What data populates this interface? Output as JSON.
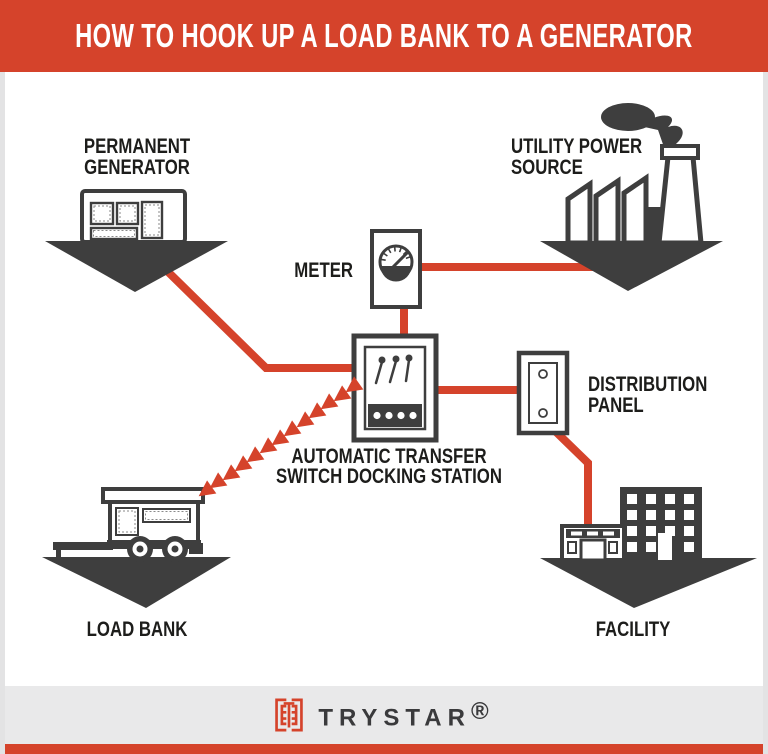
{
  "header": {
    "title": "HOW TO HOOK UP A LOAD BANK TO A GENERATOR"
  },
  "nodes": {
    "generator": {
      "line1": "PERMANENT",
      "line2": "GENERATOR"
    },
    "utility": {
      "line1": "UTILITY POWER",
      "line2": "SOURCE"
    },
    "meter": {
      "label": "METER"
    },
    "ats": {
      "line1": "AUTOMATIC TRANSFER",
      "line2": "SWITCH DOCKING STATION"
    },
    "panel": {
      "line1": "DISTRIBUTION",
      "line2": "PANEL"
    },
    "load_bank": {
      "label": "LOAD BANK"
    },
    "facility": {
      "label": "FACILITY"
    }
  },
  "connections": [
    {
      "from": "permanent-generator",
      "to": "ats-docking-station",
      "style": "solid"
    },
    {
      "from": "meter",
      "to": "utility-power-source",
      "style": "solid"
    },
    {
      "from": "meter",
      "to": "ats-docking-station",
      "style": "solid"
    },
    {
      "from": "ats-docking-station",
      "to": "distribution-panel",
      "style": "solid"
    },
    {
      "from": "distribution-panel",
      "to": "facility",
      "style": "solid"
    },
    {
      "from": "ats-docking-station",
      "to": "load-bank",
      "style": "arrow-train"
    }
  ],
  "footer": {
    "brand": "TRYSTAR",
    "registered": "®"
  },
  "colors": {
    "accent": "#D5432B",
    "dark": "#3E3E3E",
    "label": "#1D1D1B",
    "footer_bg": "#E9E9EA"
  }
}
